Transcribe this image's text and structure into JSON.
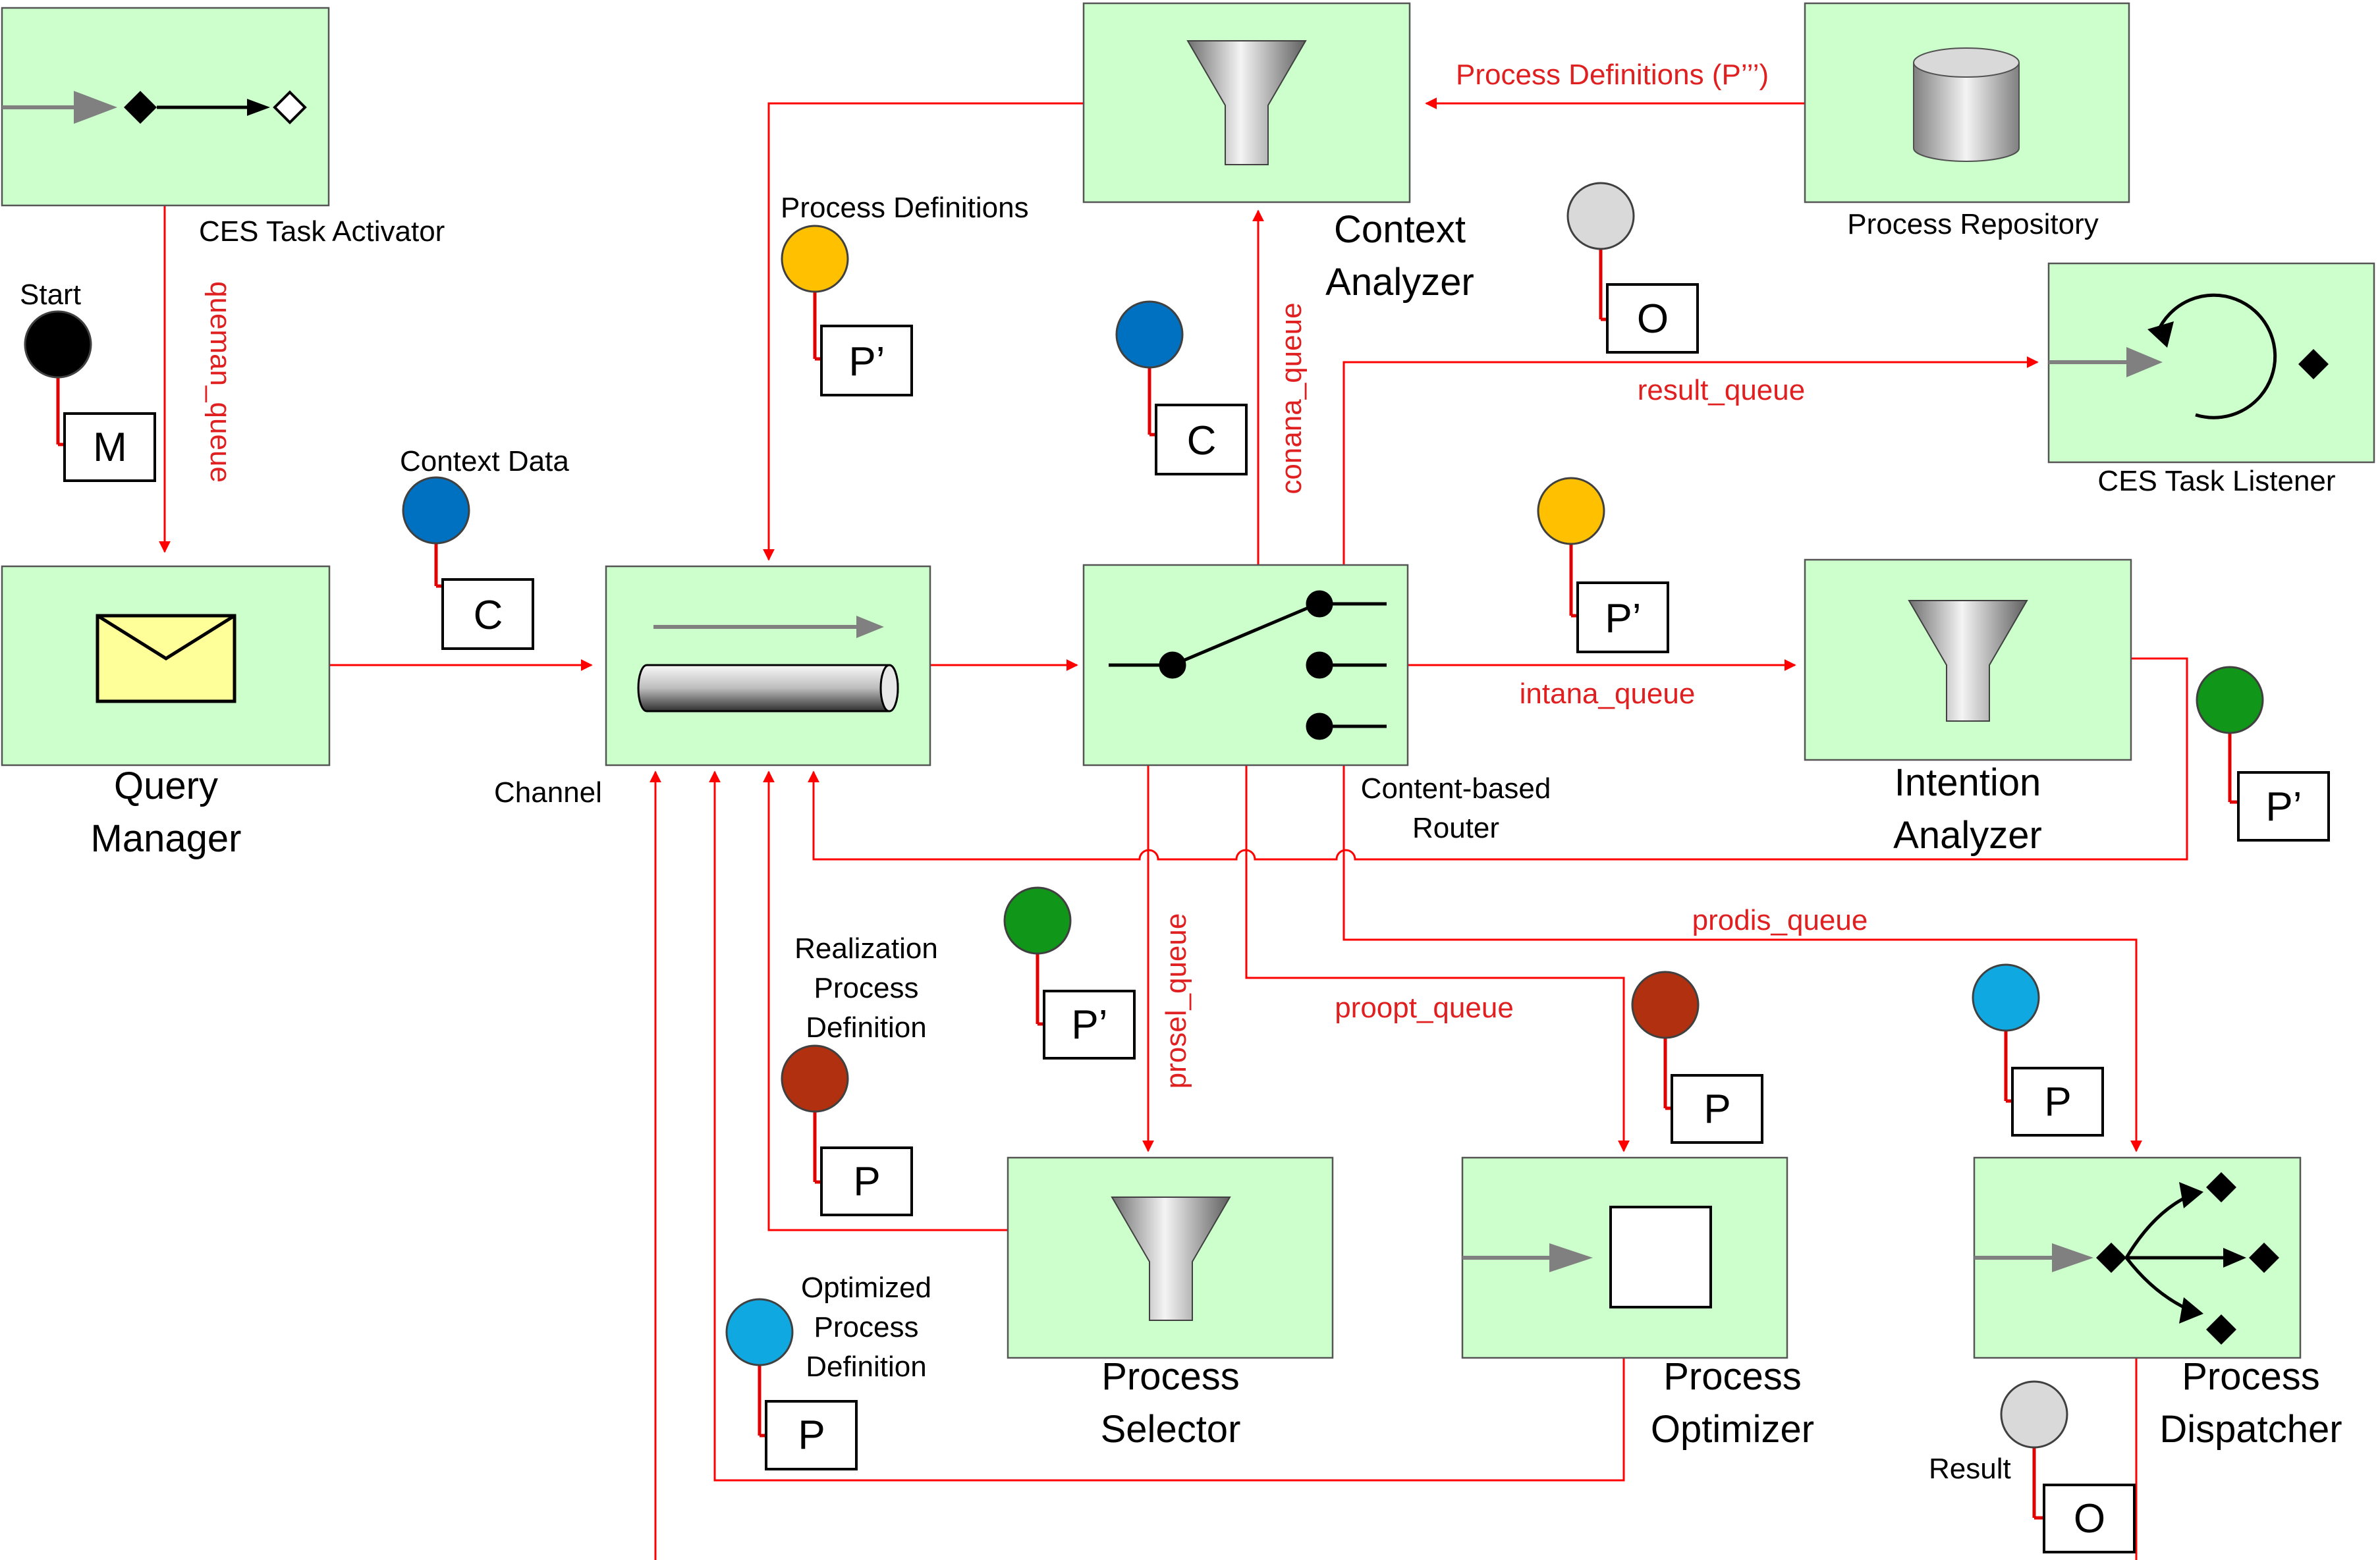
{
  "colors": {
    "box_fill": "#ccffcc",
    "flow": "#ff0000",
    "queue_text": "#e02020",
    "black_token": "#000000",
    "blue_token": "#0070c0",
    "yellow_token": "#ffc000",
    "green_token": "#109618",
    "brown_token": "#b03010",
    "cyan_token": "#10a8e0",
    "gray_token": "#d9d9d9"
  },
  "components": {
    "ces_task_activator": "CES Task Activator",
    "query_manager_line1": "Query",
    "query_manager_line2": "Manager",
    "channel": "Channel",
    "context_analyzer_line1": "Context",
    "context_analyzer_line2": "Analyzer",
    "process_repository": "Process Repository",
    "ces_task_listener": "CES Task Listener",
    "content_router_line1": "Content-based",
    "content_router_line2": "Router",
    "intention_analyzer_line1": "Intention",
    "intention_analyzer_line2": "Analyzer",
    "process_selector_line1": "Process",
    "process_selector_line2": "Selector",
    "process_optimizer_line1": "Process",
    "process_optimizer_line2": "Optimizer",
    "process_dispatcher_line1": "Process",
    "process_dispatcher_line2": "Dispatcher"
  },
  "queues": {
    "queman": "queman_queue",
    "conana": "conana_queue",
    "result": "result_queue",
    "intana": "intana_queue",
    "prosel": "prosel_queue",
    "proopt": "proopt_queue",
    "prodis": "prodis_queue",
    "process_definitions_repo": "Process Definitions (P’’’)"
  },
  "messages": {
    "start_label": "Start",
    "start_token": "M",
    "context_data_label": "Context Data",
    "context_data_token": "C",
    "process_definitions_label": "Process Definitions",
    "process_definitions_token": "P’",
    "router_context_token": "C",
    "output_token_top": "O",
    "intention_token": "P’",
    "intention_out_token": "P’",
    "selector_token": "P’",
    "realization_line1": "Realization",
    "realization_line2": "Process",
    "realization_line3": "Definition",
    "realization_token": "P",
    "optimized_line1": "Optimized",
    "optimized_line2": "Process",
    "optimized_line3": "Definition",
    "optimized_token": "P",
    "optimizer_in_token": "P",
    "dispatcher_in_token": "P",
    "result_label": "Result",
    "result_token": "O"
  }
}
